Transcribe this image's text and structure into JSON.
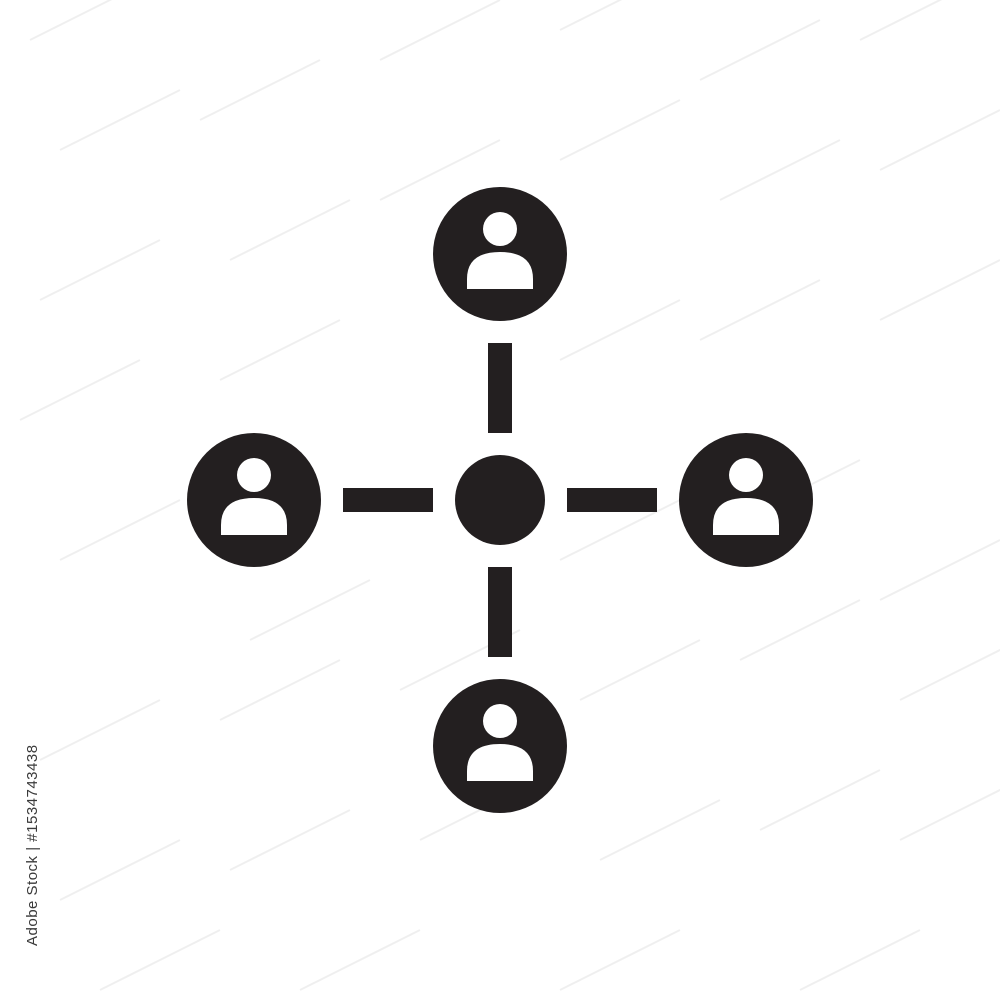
{
  "icon": {
    "name": "network-people-icon",
    "nodes": [
      "top",
      "left",
      "right",
      "bottom"
    ],
    "colors": {
      "fill": "#231f20",
      "figure": "#ffffff",
      "background": "#ffffff",
      "watermark": "#e6e6e6"
    }
  },
  "watermark": {
    "stock_id": "Adobe Stock | #1534743438"
  }
}
